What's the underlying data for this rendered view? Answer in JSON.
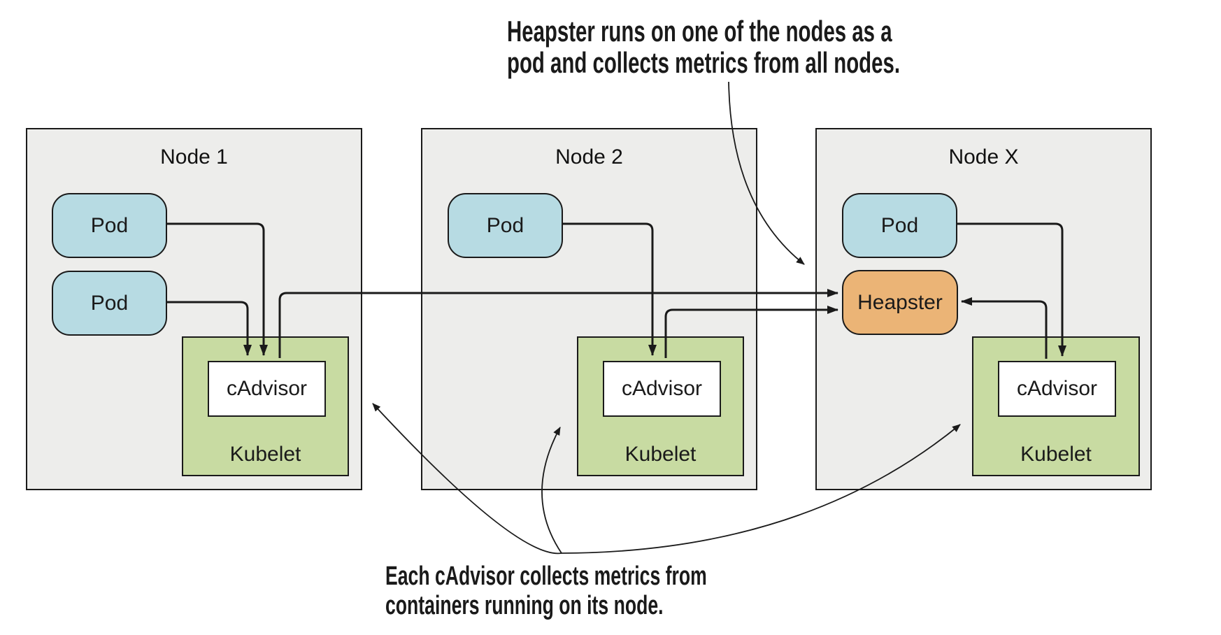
{
  "colors": {
    "node-fill": "#EDEDEB",
    "pod-fill": "#B7DBE3",
    "heapster-fill": "#EBB476",
    "kubelet-fill": "#C8DBA2",
    "cadvisor-fill": "#FFFFFF",
    "border": "#1A1A1A",
    "background": "#FFFFFF"
  },
  "annotations": {
    "top": {
      "line1": "Heapster runs on one of the nodes as a",
      "line2": "pod and collects metrics from all nodes."
    },
    "bottom": {
      "line1": "Each cAdvisor collects metrics from",
      "line2": "containers running on its node."
    }
  },
  "nodes": [
    {
      "title": "Node 1",
      "pods": [
        "Pod",
        "Pod"
      ],
      "cadvisor_label": "cAdvisor",
      "kubelet_label": "Kubelet"
    },
    {
      "title": "Node 2",
      "pods": [
        "Pod"
      ],
      "cadvisor_label": "cAdvisor",
      "kubelet_label": "Kubelet"
    },
    {
      "title": "Node X",
      "pods": [
        "Pod"
      ],
      "heapster_label": "Heapster",
      "cadvisor_label": "cAdvisor",
      "kubelet_label": "Kubelet"
    }
  ]
}
